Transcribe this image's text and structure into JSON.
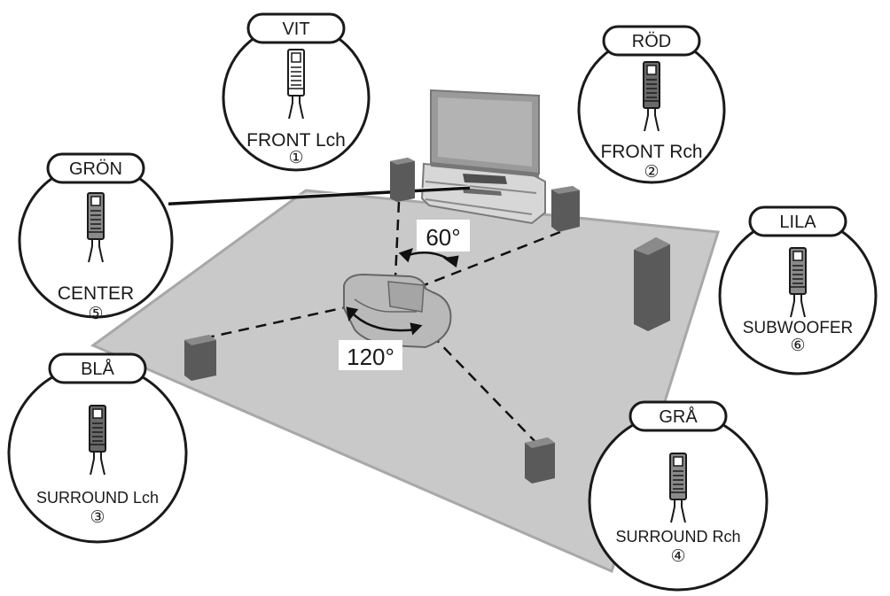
{
  "colors": {
    "floor": "#c9c9c9",
    "floor_edge": "#a8a8a8",
    "speaker": "#5a5a5a",
    "speaker_top": "#8a8a8a",
    "outline": "#1a1a1a"
  },
  "angles": {
    "front": "60°",
    "surround": "120°"
  },
  "connectors": [
    {
      "id": "front-left",
      "color_label": "VIT",
      "name": "FRONT Lch",
      "number": "①",
      "plug_shade": "#ffffff"
    },
    {
      "id": "front-right",
      "color_label": "RÖD",
      "name": "FRONT Rch",
      "number": "②",
      "plug_shade": "#6a6a6a"
    },
    {
      "id": "surround-left",
      "color_label": "BLÅ",
      "name": "SURROUND Lch",
      "number": "③",
      "plug_shade": "#6a6a6a"
    },
    {
      "id": "surround-right",
      "color_label": "GRÅ",
      "name": "SURROUND Rch",
      "number": "④",
      "plug_shade": "#8a8a8a"
    },
    {
      "id": "center",
      "color_label": "GRÖN",
      "name": "CENTER",
      "number": "⑤",
      "plug_shade": "#8a8a8a"
    },
    {
      "id": "subwoofer",
      "color_label": "LILA",
      "name": "SUBWOOFER",
      "number": "⑥",
      "plug_shade": "#8a8a8a"
    }
  ]
}
